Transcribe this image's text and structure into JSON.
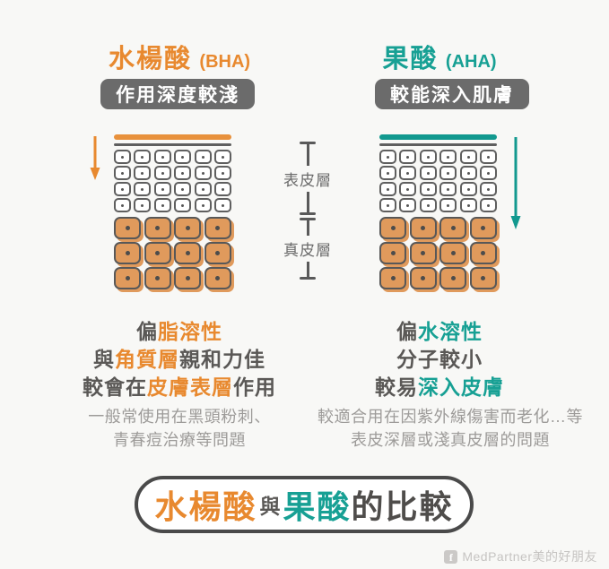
{
  "canvas": {
    "background": "#f8f8f6"
  },
  "colors": {
    "orange": "#e8892f",
    "teal": "#17a094",
    "dark_text": "#5a5856",
    "badge_bg": "#6b6b6b",
    "note_text": "#9d9b99",
    "cell_outline": "#5f5f5f",
    "dermis_cell_fill": "#e09a5c",
    "pill_border": "#4a4a4a",
    "watermark_gray": "#c6c4c2"
  },
  "left_column": {
    "title": "水楊酸",
    "title_paren": "(BHA)",
    "badge": "作用深度較淺",
    "feature1": {
      "pre": "偏",
      "highlight": "脂溶性",
      "post": ""
    },
    "feature2": {
      "pre": "與",
      "highlight": "角質層",
      "post": "親和力佳"
    },
    "feature3": {
      "pre": "較會在",
      "highlight": "皮膚表層",
      "post": "作用"
    },
    "note_line1": "一般常使用在黑頭粉刺、",
    "note_line2": "青春痘治療等問題",
    "arrow": "shallow-penetration"
  },
  "right_column": {
    "title": "果酸",
    "title_paren": "(AHA)",
    "badge": "較能深入肌膚",
    "feature1": {
      "pre": "偏",
      "highlight": "水溶性",
      "post": ""
    },
    "feature2": {
      "pre": "分子較小",
      "highlight": "",
      "post": ""
    },
    "feature3": {
      "pre": "較易",
      "highlight": "深入皮膚",
      "post": ""
    },
    "note_line1": "較適合用在因紫外線傷害而老化…等",
    "note_line2": "表皮深層或淺真皮層的問題",
    "arrow": "deep-penetration"
  },
  "skin_labels": {
    "epidermis": "表皮層",
    "dermis": "真皮層"
  },
  "diagram": {
    "epidermis_rows": 4,
    "epidermis_cols": 6,
    "dermis_rows": 3,
    "dermis_cols": 4
  },
  "footer": {
    "left_name": "水楊酸",
    "conjunction": "與",
    "right_name": "果酸",
    "suffix": "的比較"
  },
  "watermark": {
    "fb_letter": "f",
    "text": "MedPartner美的好朋友"
  }
}
